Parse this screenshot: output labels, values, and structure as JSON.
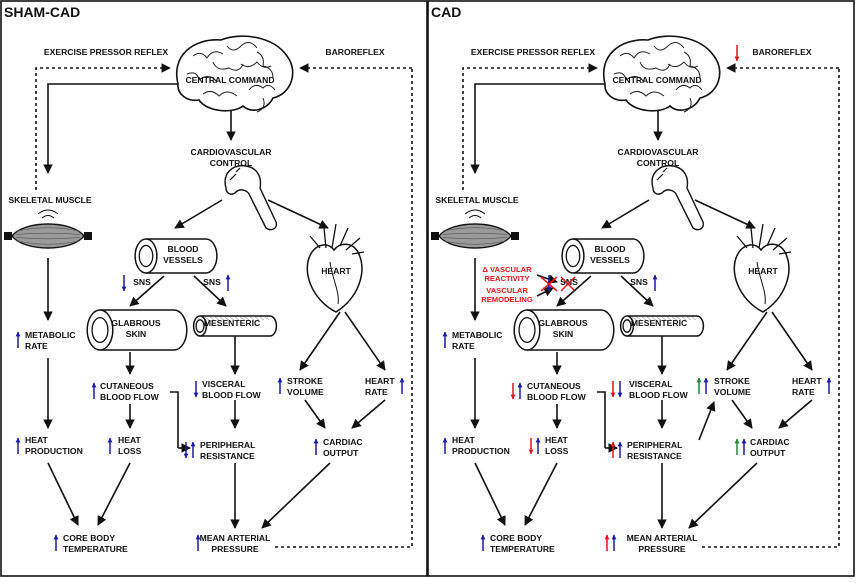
{
  "colors": {
    "blue": "#1a1aa6",
    "red": "#e8141c",
    "green": "#1e8a2e",
    "ink": "#111111",
    "muscle": "#9a9a9a"
  },
  "icons": {
    "brain": "brain-icon",
    "heart": "heart-icon",
    "vessel": "blood-vessel-icon",
    "muscle": "skeletal-muscle-icon",
    "aorta": "aorta-icon"
  },
  "panels": [
    {
      "id": "sham",
      "title": "SHAM-CAD",
      "title_color": "#1a1aa6",
      "exercise_pressor_reflex": "EXERCISE PRESSOR REFLEX",
      "baroreflex": "BAROREFLEX",
      "central_command": "CENTRAL COMMAND",
      "cardiovascular_control": [
        "CARDIOVASCULAR",
        "CONTROL"
      ],
      "skeletal_muscle": "SKELETAL MUSCLE",
      "blood_vessels": [
        "BLOOD",
        "VESSELS"
      ],
      "heart": "HEART",
      "sns": "SNS",
      "glabrous_skin": [
        "GLABROUS",
        "SKIN"
      ],
      "mesenteric": "MESENTERIC",
      "metabolic_rate": [
        "METABOLIC",
        "RATE"
      ],
      "cutaneous_blood_flow": [
        "CUTANEOUS",
        "BLOOD FLOW"
      ],
      "visceral_blood_flow": [
        "VISCERAL",
        "BLOOD FLOW"
      ],
      "stroke_volume": [
        "STROKE",
        "VOLUME"
      ],
      "heart_rate": [
        "HEART",
        "RATE"
      ],
      "heat_production": [
        "HEAT",
        "PRODUCTION"
      ],
      "heat_loss": [
        "HEAT",
        "LOSS"
      ],
      "peripheral_resistance": [
        "PERIPHERAL",
        "RESISTANCE"
      ],
      "cardiac_output": [
        "CARDIAC",
        "OUTPUT"
      ],
      "core_body_temperature": [
        "CORE BODY",
        "TEMPERATURE"
      ],
      "mean_arterial_pressure": [
        "MEAN ARTERIAL",
        "PRESSURE"
      ],
      "vascular_reactivity": "",
      "vascular_remodeling": ""
    },
    {
      "id": "cad",
      "title": "CAD",
      "title_color": "#e8141c",
      "exercise_pressor_reflex": "EXERCISE PRESSOR REFLEX",
      "baroreflex": "BAROREFLEX",
      "central_command": "CENTRAL COMMAND",
      "cardiovascular_control": [
        "CARDIOVASCULAR",
        "CONTROL"
      ],
      "skeletal_muscle": "SKELETAL MUSCLE",
      "blood_vessels": [
        "BLOOD",
        "VESSELS"
      ],
      "heart": "HEART",
      "sns": "SNS",
      "glabrous_skin": [
        "GLABROUS",
        "SKIN"
      ],
      "mesenteric": "MESENTERIC",
      "metabolic_rate": [
        "METABOLIC",
        "RATE"
      ],
      "cutaneous_blood_flow": [
        "CUTANEOUS",
        "BLOOD FLOW"
      ],
      "visceral_blood_flow": [
        "VISCERAL",
        "BLOOD FLOW"
      ],
      "stroke_volume": [
        "STROKE",
        "VOLUME"
      ],
      "heart_rate": [
        "HEART",
        "RATE"
      ],
      "heat_production": [
        "HEAT",
        "PRODUCTION"
      ],
      "heat_loss": [
        "HEAT",
        "LOSS"
      ],
      "peripheral_resistance": [
        "PERIPHERAL",
        "RESISTANCE"
      ],
      "cardiac_output": [
        "CARDIAC",
        "OUTPUT"
      ],
      "core_body_temperature": [
        "CORE BODY",
        "TEMPERATURE"
      ],
      "mean_arterial_pressure": [
        "MEAN ARTERIAL",
        "PRESSURE"
      ],
      "vascular_reactivity": [
        "Δ VASCULAR",
        "REACTIVITY"
      ],
      "vascular_remodeling": [
        "VASCULAR",
        "REMODELING"
      ]
    }
  ]
}
